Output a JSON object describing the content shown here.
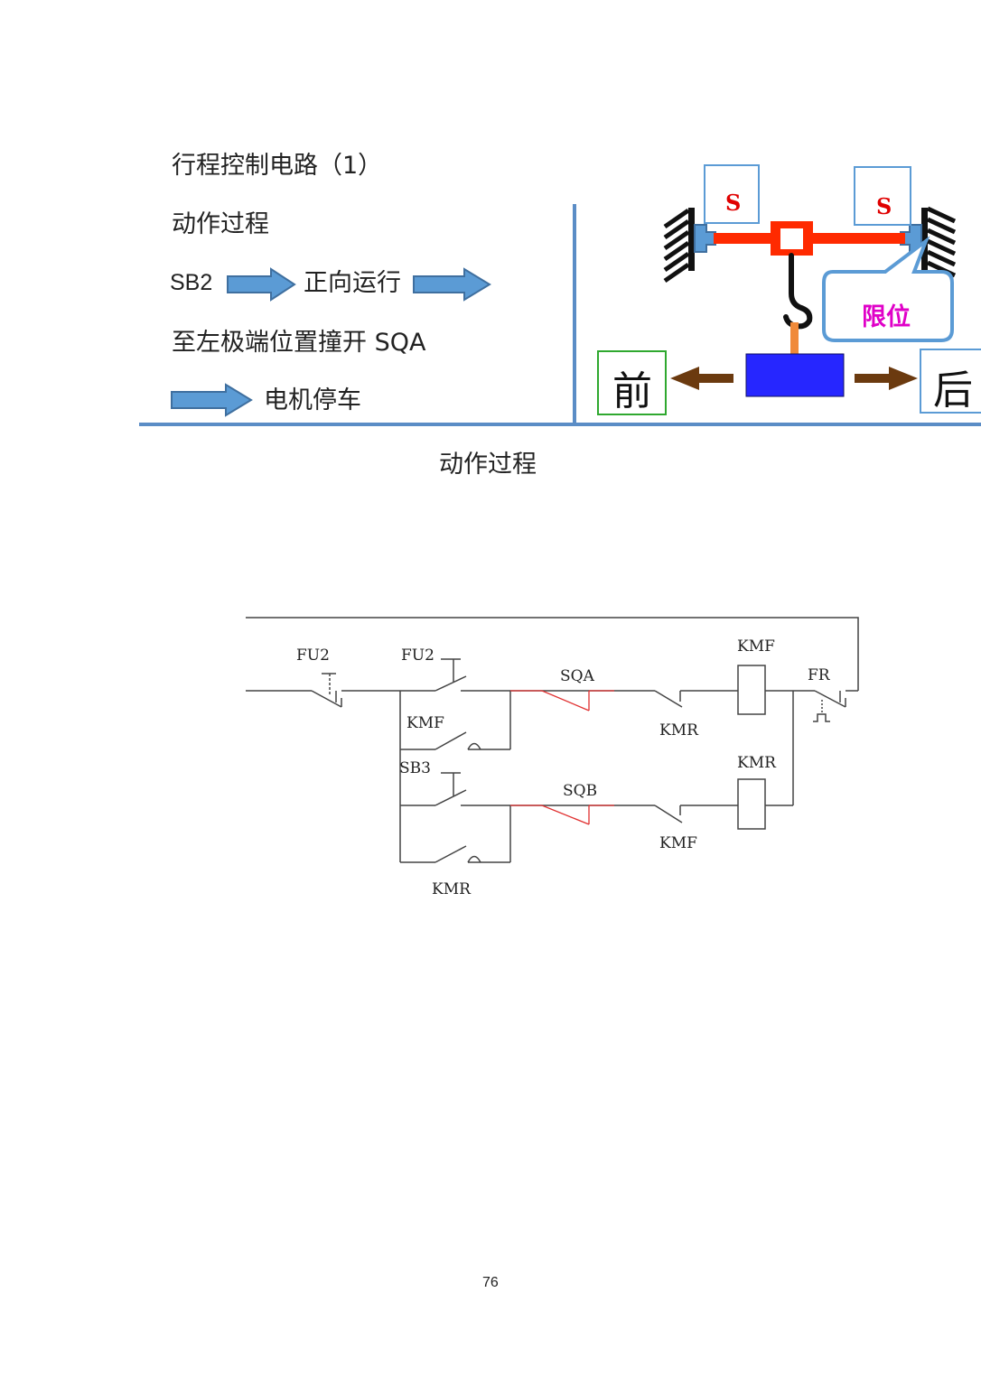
{
  "slide": {
    "title": "行程控制电路（1）",
    "subtitle": "动作过程",
    "steps": {
      "start": "SB2",
      "forward": "正向运行",
      "limit": "至左极端位置撞开 SQA",
      "stop": "电机停车"
    },
    "mechanism": {
      "switch_left": "S",
      "switch_right": "S",
      "limit_callout": "限位",
      "front": "前",
      "back": "后"
    }
  },
  "caption": "动作过程",
  "circuit": {
    "fuse1": "FU2",
    "fuse2": "FU2",
    "sqa": "SQA",
    "sqb": "SQB",
    "kmf_hold": "KMF",
    "sb3": "SB3",
    "kmr_hold": "KMR",
    "kmr_interlock": "KMR",
    "kmf_interlock": "KMF",
    "kmf_coil": "KMF",
    "kmr_coil": "KMR",
    "fr": "FR"
  },
  "page_number": "76",
  "colors": {
    "arrow_blue": "#5b9bd5",
    "divider": "#5b8dc6",
    "red_bar": "#ff2a00",
    "motor": "#2626ff",
    "brown_arrow": "#6b3a0f",
    "magenta": "#e000c8",
    "red_contact": "#e03030"
  }
}
